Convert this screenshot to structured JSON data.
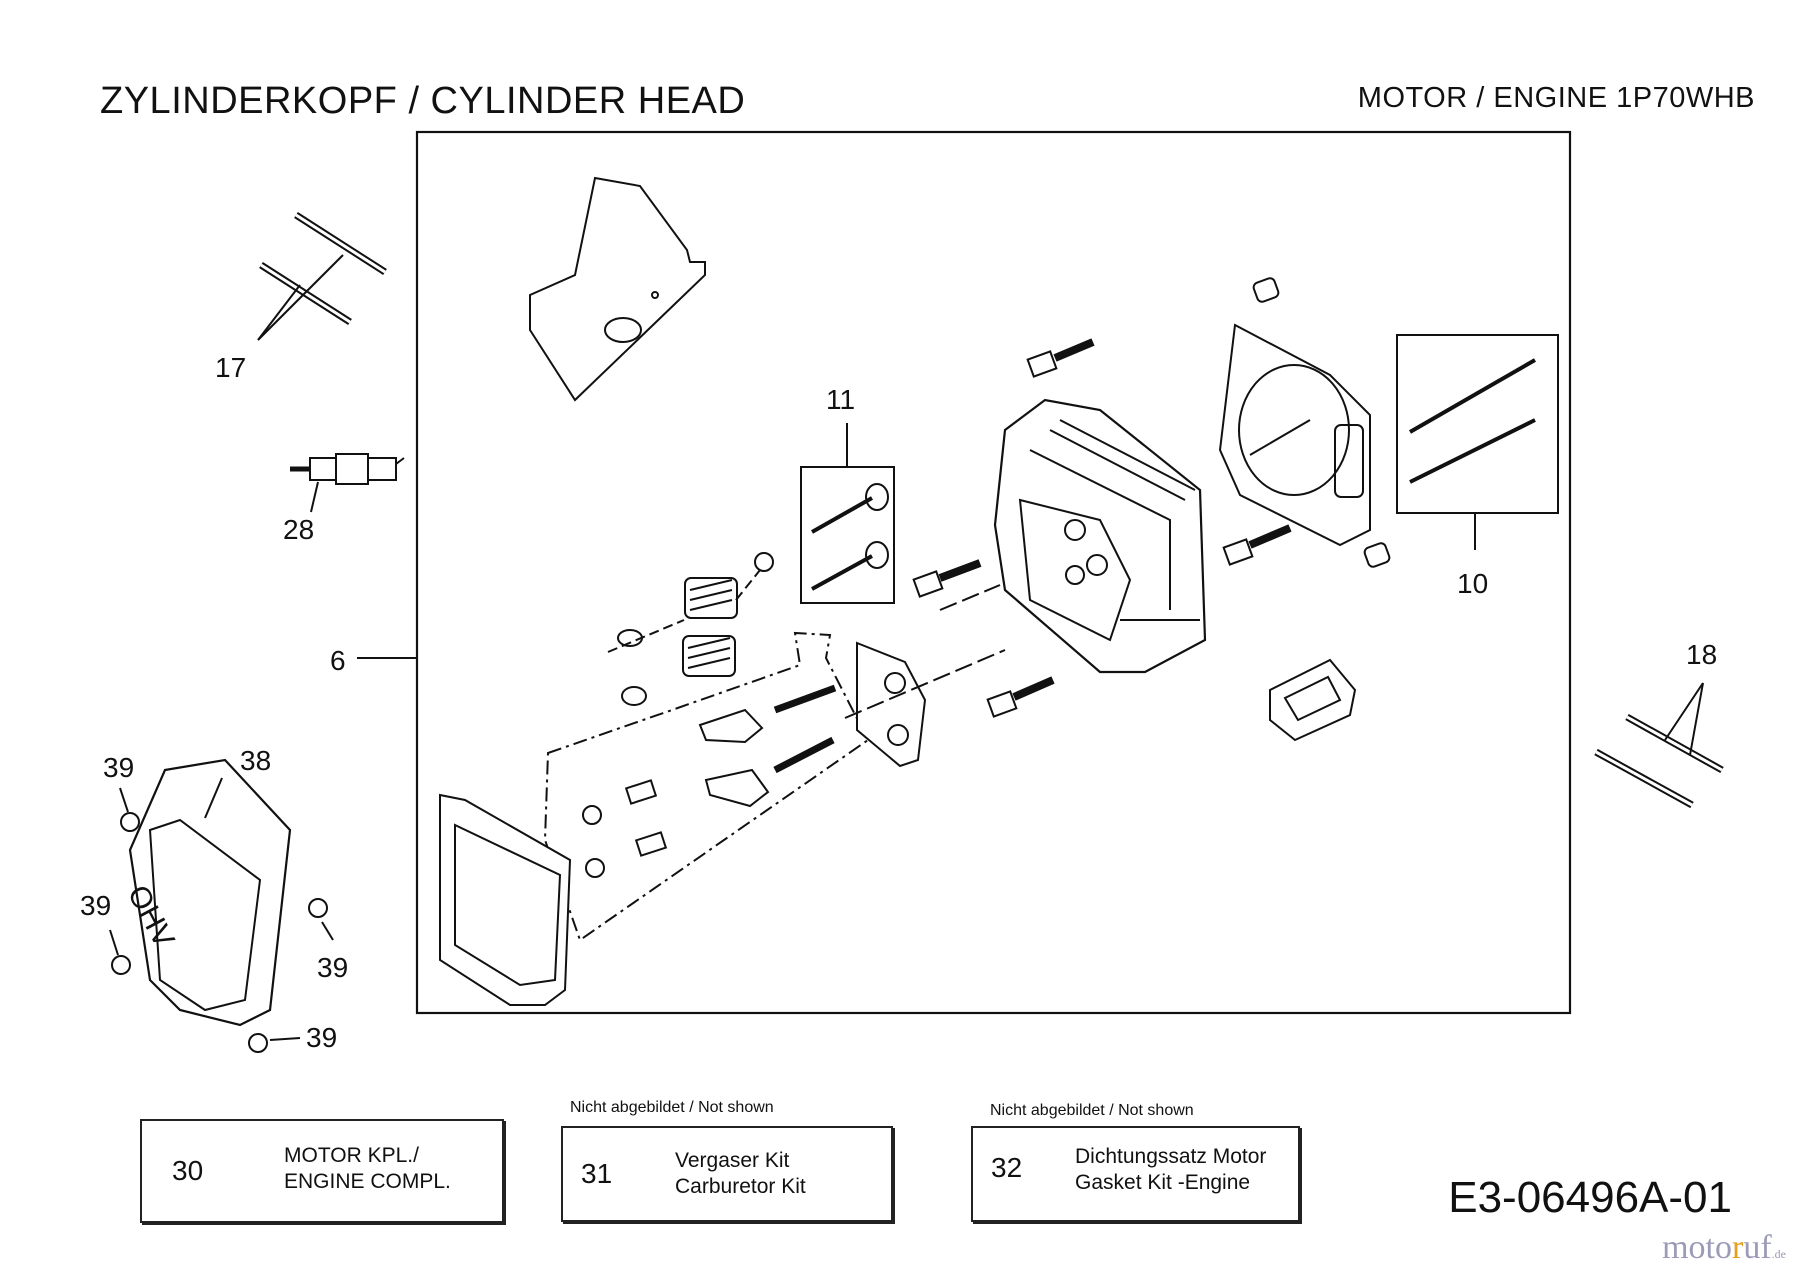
{
  "header": {
    "title": "ZYLINDERKOPF / CYLINDER HEAD",
    "engine": "MOTOR / ENGINE  1P70WHB"
  },
  "callouts": {
    "c17": "17",
    "c28": "28",
    "c11": "11",
    "c10": "10",
    "c6": "6",
    "c18": "18",
    "c39a": "39",
    "c38": "38",
    "c39b": "39",
    "c39c": "39",
    "c39d": "39"
  },
  "part_boxes": [
    {
      "number": "30",
      "line1": "MOTOR KPL./",
      "line2": "ENGINE COMPL.",
      "note": ""
    },
    {
      "number": "31",
      "line1": "Vergaser Kit",
      "line2": "Carburetor Kit",
      "note": "Nicht abgebildet / Not shown"
    },
    {
      "number": "32",
      "line1": "Dichtungssatz Motor",
      "line2": "Gasket Kit -Engine",
      "note": "Nicht abgebildet / Not shown"
    }
  ],
  "drawing_code": "E3-06496A-01",
  "brand": {
    "text": "moto",
    "f": "r",
    "rest": "uf",
    "tld": ".de"
  },
  "icons": {
    "cover_label": "OHV"
  }
}
